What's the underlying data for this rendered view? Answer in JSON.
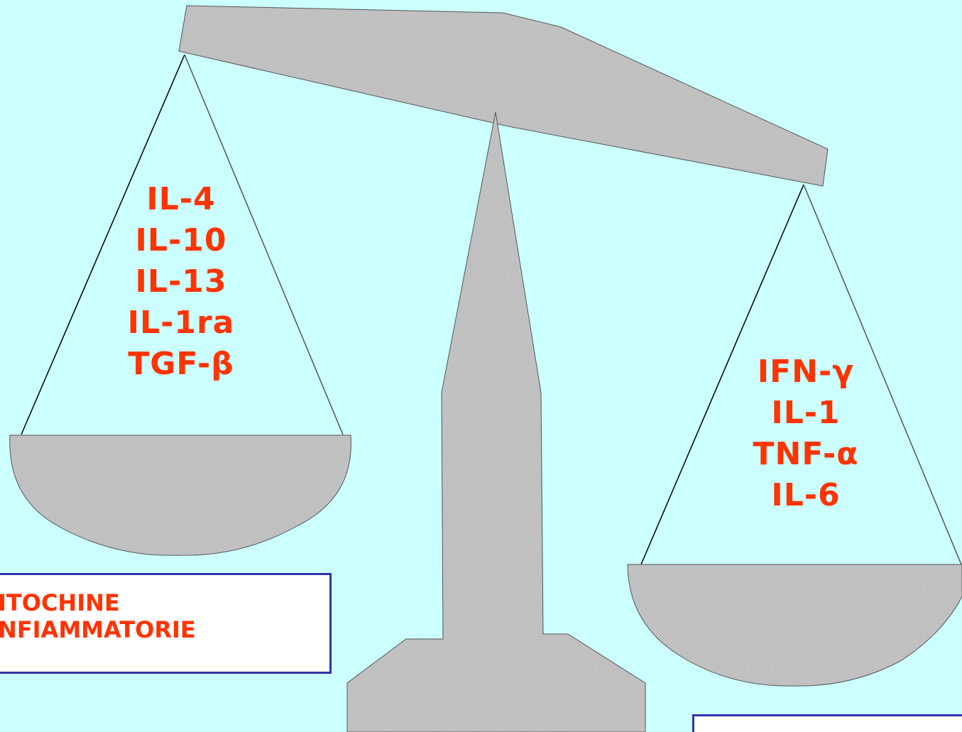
{
  "left_pan": {
    "cytokines": [
      "IL-4",
      "IL-10",
      "IL-13",
      "IL-1ra",
      "TGF-β"
    ]
  },
  "right_pan": {
    "cytokines": [
      "IFN-γ",
      "IL-1",
      "TNF-α",
      "IL-6"
    ]
  },
  "left_label": {
    "line1": "ITOCHINE",
    "line2": "NFIAMMATORIE"
  },
  "right_label": {
    "line1": "",
    "line2": ""
  },
  "colors": {
    "background": "#CCFFFF",
    "scale_fill": "#C0C0C0",
    "text": "#FF3300",
    "box_border": "#3333AA"
  }
}
